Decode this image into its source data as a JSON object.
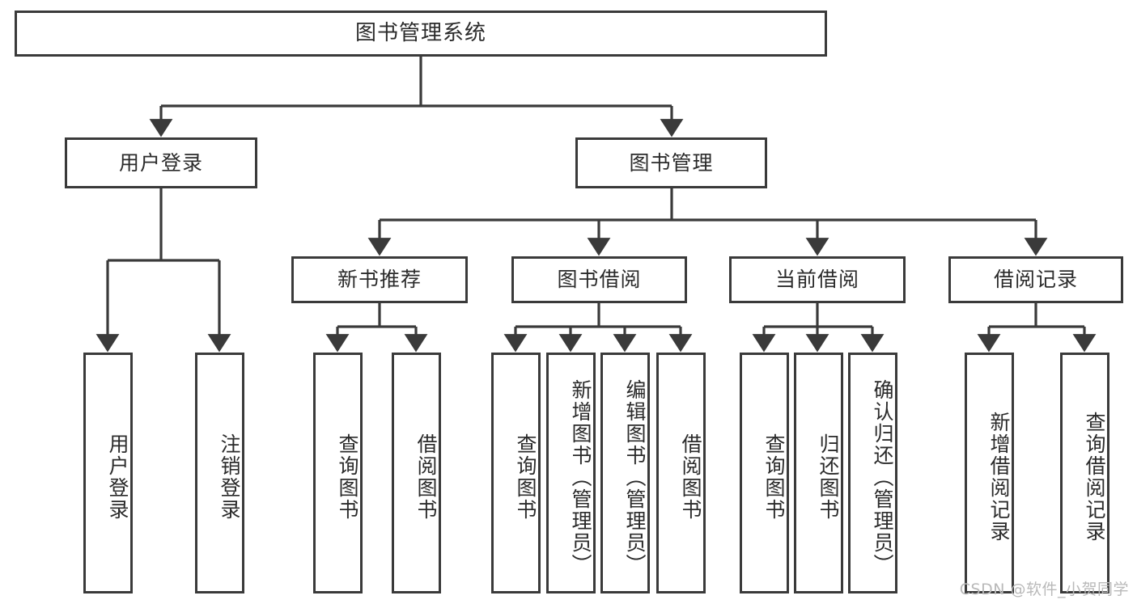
{
  "diagram": {
    "title": "图书管理系统",
    "type": "tree",
    "colors": {
      "box_border": "#3a3a3a",
      "box_fill": "#ffffff",
      "edge": "#3a3a3a",
      "text": "#2b2b2b",
      "watermark": "#b9b9b9"
    },
    "root": {
      "label": "图书管理系统"
    },
    "level2": [
      {
        "label": "用户登录"
      },
      {
        "label": "图书管理"
      }
    ],
    "level3": [
      {
        "label": "新书推荐"
      },
      {
        "label": "图书借阅"
      },
      {
        "label": "当前借阅"
      },
      {
        "label": "借阅记录"
      }
    ],
    "leaves": {
      "user_login": [
        {
          "label": "用户登录"
        },
        {
          "label": "注销登录"
        }
      ],
      "new_book_recommend": [
        {
          "label": "查询图书"
        },
        {
          "label": "借阅图书"
        }
      ],
      "book_borrow": [
        {
          "label": "查询图书"
        },
        {
          "label": "新增图书（管理员）"
        },
        {
          "label": "编辑图书（管理员）"
        },
        {
          "label": "借阅图书"
        }
      ],
      "current_borrow": [
        {
          "label": "查询图书"
        },
        {
          "label": "归还图书"
        },
        {
          "label": "确认归还（管理员）"
        }
      ],
      "borrow_record": [
        {
          "label": "新增借阅记录"
        },
        {
          "label": "查询借阅记录"
        }
      ]
    }
  },
  "watermark": {
    "text": "CSDN @软件_小贺同学"
  }
}
